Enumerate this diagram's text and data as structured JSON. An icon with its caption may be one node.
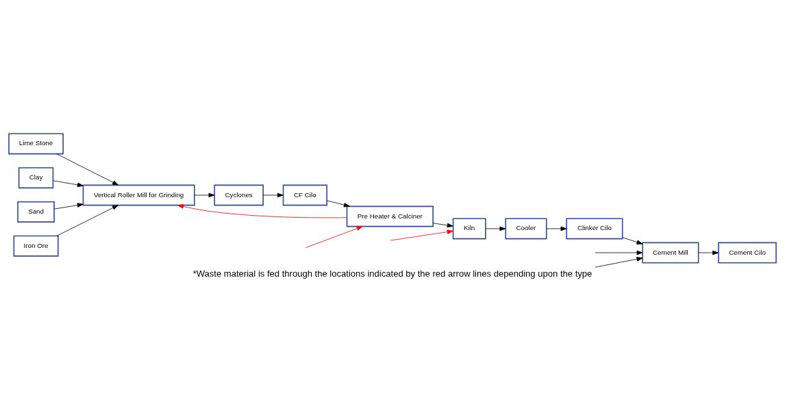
{
  "diagram": {
    "caption": "*Waste material is fed through the locations indicated by the red arrow lines depending upon the type",
    "nodes": [
      {
        "text": [
          "Lime Stone"
        ]
      },
      {
        "text": [
          "Clay"
        ]
      },
      {
        "text": [
          "Sand"
        ]
      },
      {
        "text": [
          "Iron Ore"
        ]
      },
      {
        "text": [
          "Vertical Roller Mill for Grinding"
        ]
      },
      {
        "text": [
          "Cyclones"
        ]
      },
      {
        "text": [
          "CF Cilo"
        ]
      },
      {
        "text": [
          "Pre Heater & Calciner"
        ]
      },
      {
        "text": [
          "Kiln"
        ]
      },
      {
        "text": [
          "Cooler"
        ]
      },
      {
        "text": [
          "Clinker Cilo"
        ]
      },
      {
        "text": [
          "Cement Mill"
        ]
      },
      {
        "text": [
          "Cement Cilo"
        ]
      }
    ],
    "edges": [
      {
        "from": 0,
        "to": 4,
        "arrow": "to"
      },
      {
        "from": 1,
        "to": 4,
        "arrow": "to"
      },
      {
        "from": 2,
        "to": 4,
        "arrow": "to"
      },
      {
        "from": 3,
        "to": 4,
        "arrow": "to"
      },
      {
        "from": 4,
        "to": 5,
        "arrow": "to"
      },
      {
        "from": 5,
        "to": 6,
        "arrow": "to"
      },
      {
        "from": 6,
        "to": 7,
        "arrow": "to"
      },
      {
        "from": 7,
        "to": 4,
        "arrow": "to",
        "color": "#ff0000"
      },
      {
        "from": null,
        "to": 7,
        "arrow": "to",
        "color": "#ff0000"
      },
      {
        "from": 7,
        "to": 8,
        "arrow": "to"
      },
      {
        "from": null,
        "to": 8,
        "arrow": "to",
        "color": "#ff0000"
      },
      {
        "from": 8,
        "to": 9,
        "arrow": "to"
      },
      {
        "from": 9,
        "to": 10,
        "arrow": "to"
      },
      {
        "from": 10,
        "to": 11,
        "arrow": "to"
      },
      {
        "from": 11,
        "to": 12,
        "arrow": "to"
      },
      {
        "from": null,
        "to": 11,
        "arrow": "to"
      },
      {
        "from": null,
        "to": 11,
        "arrow": "to"
      }
    ]
  }
}
